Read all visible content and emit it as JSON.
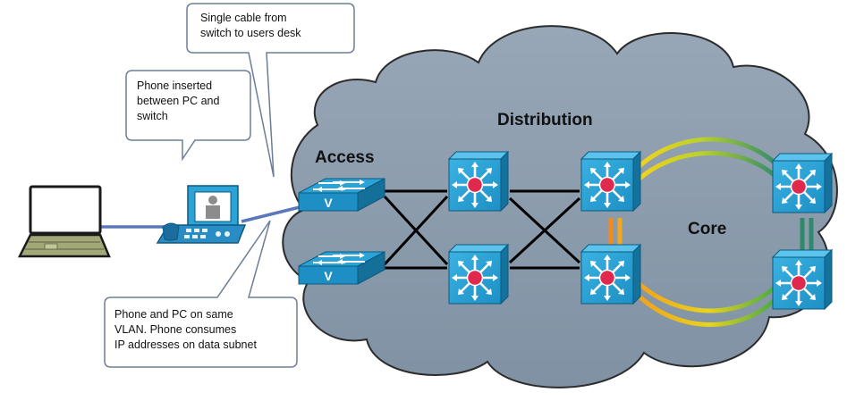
{
  "labels": {
    "distribution": "Distribution",
    "access": "Access",
    "core": "Core"
  },
  "callouts": {
    "cable": [
      "Single cable from",
      "switch to users desk"
    ],
    "phone": [
      "Phone inserted",
      "between PC and",
      "switch"
    ],
    "vlan": [
      "Phone and PC on same",
      "VLAN. Phone consumes",
      "IP addresses on data subnet"
    ]
  },
  "colors": {
    "cloud": "#8e9eaf",
    "device_blue": "#2ba3d6",
    "device_dark": "#146f99",
    "router_center": "#e0294c",
    "link_black": "#000000",
    "pc_link": "#5b78b8",
    "ring_green": "#3fa84a",
    "ring_yellow": "#f2d21b",
    "ring_orange": "#f28a1c"
  },
  "icons": [
    "laptop-icon",
    "ip-phone-icon",
    "access-switch-icon",
    "multilayer-switch-icon"
  ]
}
